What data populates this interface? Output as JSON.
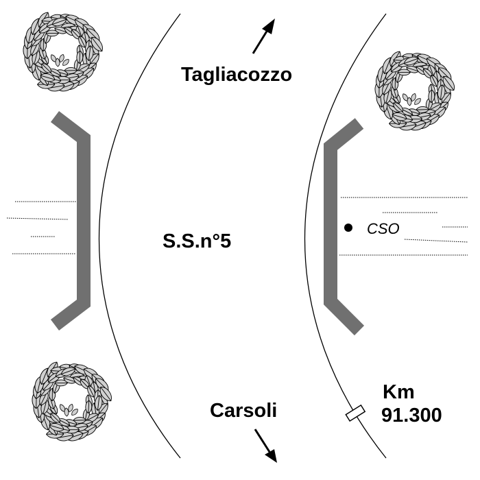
{
  "labels": {
    "north_destination": "Tagliacozzo",
    "south_destination": "Carsoli",
    "road_name": "S.S.n°5",
    "station_label": "CSO",
    "km_label": "Km",
    "km_value": "91.300"
  },
  "icons": {
    "tree": "tree-icon",
    "north_arrow": "arrow-up-right-icon",
    "south_arrow": "arrow-down-right-icon",
    "station_marker": "filled-circle-icon",
    "km_marker": "rectangle-marker-icon"
  },
  "colors": {
    "line": "#000000",
    "barrier": "#707070",
    "leaf_fill": "#d0d0d0",
    "background": "#ffffff"
  }
}
